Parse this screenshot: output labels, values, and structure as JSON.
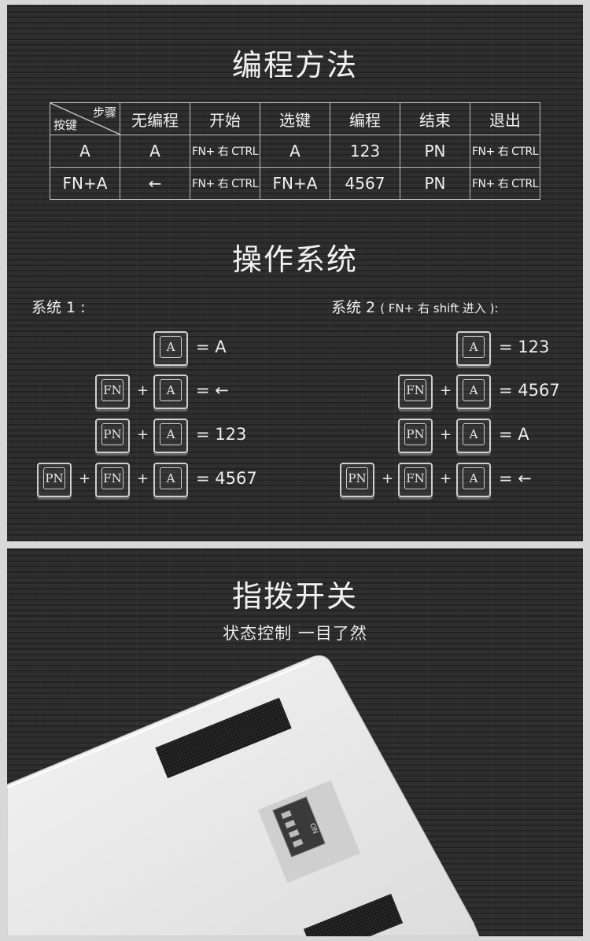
{
  "programming": {
    "title": "编程方法",
    "table": {
      "corner_top": "步骤",
      "corner_bottom": "按键",
      "headers": [
        "无编程",
        "开始",
        "选键",
        "编程",
        "结束",
        "退出"
      ],
      "rows": [
        [
          "A",
          "A",
          "FN+ 右 CTRL",
          "A",
          "123",
          "PN",
          "FN+ 右 CTRL"
        ],
        [
          "FN+A",
          "←",
          "FN+ 右 CTRL",
          "FN+A",
          "4567",
          "PN",
          "FN+ 右 CTRL"
        ]
      ]
    }
  },
  "os": {
    "title": "操作系统",
    "system1": {
      "label": "系统 1 :",
      "rows": [
        {
          "keys": [
            "A"
          ],
          "result": "= A"
        },
        {
          "keys": [
            "FN",
            "A"
          ],
          "result": "= ←"
        },
        {
          "keys": [
            "PN",
            "A"
          ],
          "result": "= 123"
        },
        {
          "keys": [
            "PN",
            "FN",
            "A"
          ],
          "result": "= 4567"
        }
      ]
    },
    "system2": {
      "label_main": "系统 2",
      "label_detail": "( FN+ 右 shift 进入 ):",
      "rows": [
        {
          "keys": [
            "A"
          ],
          "result": "= 123"
        },
        {
          "keys": [
            "FN",
            "A"
          ],
          "result": "= 4567"
        },
        {
          "keys": [
            "PN",
            "A"
          ],
          "result": "= A"
        },
        {
          "keys": [
            "PN",
            "FN",
            "A"
          ],
          "result": "= ←"
        }
      ]
    },
    "plus": "+"
  },
  "dip": {
    "title": "指拨开关",
    "subtitle": "状态控制  一目了然",
    "switch_label": "ON"
  }
}
